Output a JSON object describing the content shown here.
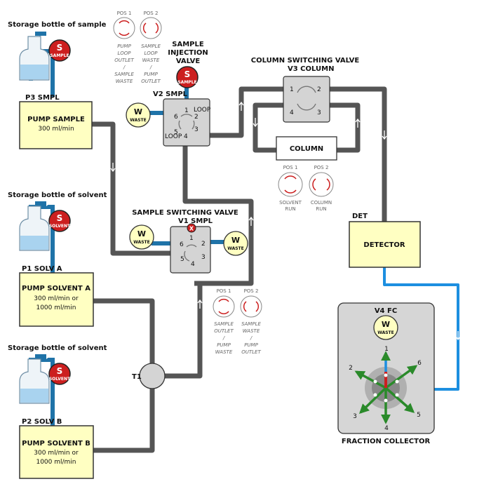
{
  "bottles": {
    "sample": {
      "title": "Storage bottle of sample",
      "badge_letter": "S",
      "badge_label": "SAMPLE"
    },
    "solvent_a": {
      "title": "Storage bottle of solvent",
      "badge_letter": "S",
      "badge_label": "SOLVENT"
    },
    "solvent_b": {
      "title": "Storage bottle of solvent",
      "badge_letter": "S",
      "badge_label": "SOLVENT"
    }
  },
  "pumps": {
    "sample": {
      "tag": "P3 SMPL",
      "title": "PUMP SAMPLE",
      "rate1": "300 ml/min",
      "rate2": ""
    },
    "solvent_a": {
      "tag": "P1 SOLV A",
      "title": "PUMP SOLVENT A",
      "rate1": "300 ml/min or",
      "rate2": "1000 ml/min"
    },
    "solvent_b": {
      "tag": "P2 SOLV B",
      "title": "PUMP SOLVENT B",
      "rate1": "300 ml/min or",
      "rate2": "1000 ml/min"
    }
  },
  "injection_valve": {
    "title1": "SAMPLE",
    "title2": "INJECTION",
    "title3": "VALVE",
    "tag": "V2 SMPL",
    "port1": "1",
    "port2": "2",
    "port3": "3",
    "port4": "4",
    "port5": "5",
    "port6": "6",
    "loop_top": "LOOP",
    "loop_bottom": "LOOP",
    "pos1_label": "POS 1",
    "pos2_label": "POS 2",
    "pos1_desc": [
      "PUMP",
      "LOOP",
      "OUTLET",
      "/",
      "SAMPLE",
      "WASTE"
    ],
    "pos2_desc": [
      "SAMPLE",
      "LOOP",
      "WASTE",
      "/",
      "PUMP",
      "OUTLET"
    ]
  },
  "column_valve": {
    "title": "COLUMN SWITCHING VALVE",
    "tag": "V3  COLUMN",
    "port1": "1",
    "port2": "2",
    "port3": "3",
    "port4": "4",
    "column_label": "COLUMN",
    "pos1_label": "POS 1",
    "pos2_label": "POS 2",
    "pos1_desc": [
      "SOLVENT",
      "RUN"
    ],
    "pos2_desc": [
      "COLUMN",
      "RUN"
    ]
  },
  "sample_valve": {
    "title": "SAMPLE SWITCHING VALVE",
    "tag": "V1 SMPL",
    "port1": "1",
    "port2": "2",
    "port3": "3",
    "port4": "4",
    "port5": "5",
    "port6": "6",
    "blocked_mark": "X",
    "pos1_label": "POS 1",
    "pos2_label": "POS 2",
    "pos1_desc": [
      "SAMPLE",
      "OUTLET",
      "/",
      "PUMP",
      "WASTE"
    ],
    "pos2_desc": [
      "SAMPLE",
      "WASTE",
      "/",
      "PUMP",
      "OUTLET"
    ]
  },
  "waste": {
    "letter": "W",
    "label": "WASTE"
  },
  "detector": {
    "tag": "DET",
    "title": "DETECTOR"
  },
  "tee": {
    "label": "T1"
  },
  "fraction_collector": {
    "tag": "V4 FC",
    "title": "FRACTION COLLECTOR",
    "ports": [
      "1",
      "2",
      "3",
      "4",
      "5",
      "6"
    ]
  },
  "colors": {
    "tubing": "#555555",
    "sample_line": "#1f73a8",
    "detector_line": "#1d8fe0",
    "pump_fill": "#ffffc2",
    "valve_fill": "#d4d4d4",
    "sample_badge": "#cc1f1f",
    "waste_badge": "#ffffc2",
    "collector_arrow": "#2a8a2a"
  }
}
